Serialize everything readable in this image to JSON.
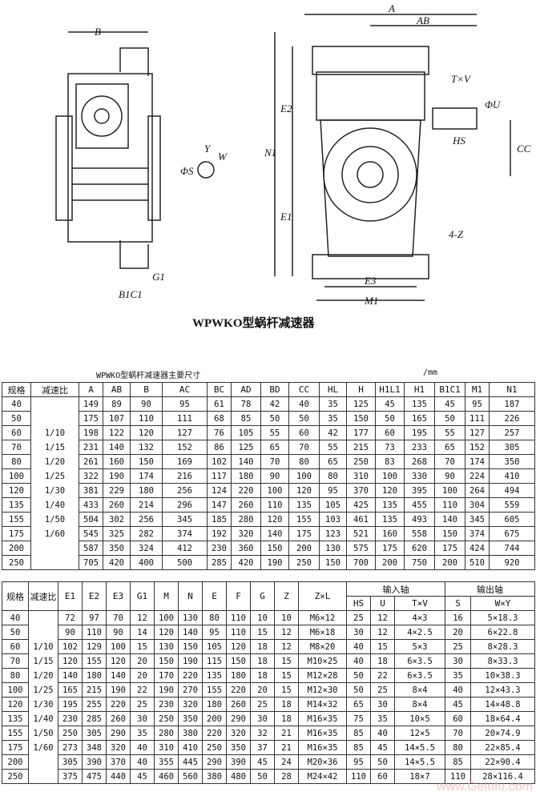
{
  "drawing": {
    "title": "WPWKO型蜗杆减速器",
    "labels": {
      "B": "B",
      "A": "A",
      "AB": "AB",
      "TV": "T×V",
      "U": "ΦU",
      "HS": "HS",
      "CC": "CC",
      "E2": "E2",
      "N1": "N1",
      "E1": "E1",
      "Z": "4-Z",
      "E3": "E3",
      "M1": "M1",
      "G1": "G1",
      "B1C1": "B1C1",
      "Y": "Y",
      "W": "W",
      "S": "ΦS"
    }
  },
  "table1": {
    "caption": "WPWKO型蜗杆减速器主要尺寸",
    "unit": "/mm",
    "headers": [
      "规格",
      "减速比",
      "A",
      "AB",
      "B",
      "AC",
      "BC",
      "AD",
      "BD",
      "CC",
      "HL",
      "H",
      "H1L1",
      "H1",
      "B1C1",
      "M1",
      "N1"
    ],
    "ratios": "1/10\n1/15\n1/20\n1/25\n1/30\n1/40\n1/50\n1/60",
    "rows": [
      [
        "40",
        "149",
        "89",
        "90",
        "95",
        "61",
        "78",
        "42",
        "40",
        "35",
        "125",
        "45",
        "135",
        "45",
        "95",
        "187"
      ],
      [
        "50",
        "175",
        "107",
        "110",
        "111",
        "68",
        "85",
        "50",
        "50",
        "35",
        "150",
        "50",
        "165",
        "50",
        "111",
        "226"
      ],
      [
        "60",
        "198",
        "122",
        "120",
        "127",
        "76",
        "105",
        "55",
        "60",
        "42",
        "177",
        "60",
        "195",
        "55",
        "127",
        "257"
      ],
      [
        "70",
        "231",
        "140",
        "132",
        "152",
        "86",
        "125",
        "65",
        "70",
        "55",
        "215",
        "73",
        "233",
        "65",
        "152",
        "305"
      ],
      [
        "80",
        "261",
        "160",
        "150",
        "169",
        "102",
        "140",
        "70",
        "80",
        "65",
        "250",
        "83",
        "268",
        "70",
        "174",
        "350"
      ],
      [
        "100",
        "322",
        "190",
        "174",
        "216",
        "117",
        "180",
        "90",
        "100",
        "80",
        "310",
        "100",
        "330",
        "90",
        "224",
        "410"
      ],
      [
        "120",
        "381",
        "229",
        "180",
        "256",
        "124",
        "220",
        "100",
        "120",
        "95",
        "370",
        "120",
        "395",
        "100",
        "264",
        "494"
      ],
      [
        "135",
        "433",
        "260",
        "214",
        "296",
        "147",
        "260",
        "110",
        "135",
        "105",
        "425",
        "135",
        "455",
        "110",
        "304",
        "559"
      ],
      [
        "155",
        "504",
        "302",
        "256",
        "345",
        "185",
        "280",
        "120",
        "155",
        "103",
        "461",
        "135",
        "493",
        "140",
        "345",
        "605"
      ],
      [
        "175",
        "545",
        "325",
        "282",
        "374",
        "192",
        "320",
        "140",
        "175",
        "123",
        "521",
        "160",
        "558",
        "150",
        "374",
        "675"
      ],
      [
        "200",
        "587",
        "350",
        "324",
        "412",
        "230",
        "360",
        "150",
        "200",
        "130",
        "575",
        "175",
        "620",
        "175",
        "424",
        "744"
      ],
      [
        "250",
        "705",
        "420",
        "400",
        "500",
        "285",
        "420",
        "190",
        "250",
        "150",
        "700",
        "200",
        "750",
        "200",
        "510",
        "920"
      ]
    ]
  },
  "table2": {
    "headers": [
      "规格",
      "减速比",
      "E1",
      "E2",
      "E3",
      "G1",
      "M",
      "N",
      "E",
      "F",
      "G",
      "Z",
      "Z×L"
    ],
    "group_input": "输入轴",
    "group_output": "输出轴",
    "sub_headers": [
      "HS",
      "U",
      "T×V",
      "S",
      "W×Y"
    ],
    "ratios": "1/10\n1/15\n1/20\n1/25\n1/30\n1/40\n1/50\n1/60",
    "rows": [
      [
        "40",
        "72",
        "97",
        "70",
        "12",
        "100",
        "130",
        "80",
        "110",
        "10",
        "10",
        "M6×12",
        "25",
        "12",
        "4×3",
        "16",
        "5×18.3"
      ],
      [
        "50",
        "90",
        "110",
        "90",
        "14",
        "120",
        "140",
        "95",
        "110",
        "15",
        "12",
        "M6×18",
        "30",
        "12",
        "4×2.5",
        "20",
        "6×22.8"
      ],
      [
        "60",
        "102",
        "129",
        "100",
        "15",
        "130",
        "150",
        "105",
        "120",
        "18",
        "12",
        "M8×20",
        "40",
        "15",
        "5×3",
        "25",
        "8×28.3"
      ],
      [
        "70",
        "120",
        "155",
        "120",
        "20",
        "150",
        "190",
        "115",
        "150",
        "18",
        "15",
        "M10×25",
        "40",
        "18",
        "6×3.5",
        "30",
        "8×33.3"
      ],
      [
        "80",
        "140",
        "180",
        "140",
        "20",
        "170",
        "220",
        "135",
        "180",
        "18",
        "15",
        "M12×28",
        "50",
        "22",
        "6×3.5",
        "35",
        "10×38.3"
      ],
      [
        "100",
        "165",
        "215",
        "190",
        "22",
        "190",
        "270",
        "155",
        "220",
        "20",
        "15",
        "M12×30",
        "50",
        "25",
        "8×4",
        "40",
        "12×43.3"
      ],
      [
        "120",
        "195",
        "255",
        "220",
        "25",
        "230",
        "320",
        "180",
        "260",
        "25",
        "18",
        "M14×32",
        "65",
        "30",
        "8×4",
        "45",
        "14×48.8"
      ],
      [
        "135",
        "230",
        "285",
        "260",
        "30",
        "250",
        "350",
        "200",
        "290",
        "30",
        "18",
        "M16×35",
        "75",
        "35",
        "10×5",
        "60",
        "18×64.4"
      ],
      [
        "155",
        "250",
        "305",
        "290",
        "35",
        "280",
        "380",
        "220",
        "320",
        "32",
        "21",
        "M16×35",
        "85",
        "40",
        "12×5",
        "70",
        "20×74.9"
      ],
      [
        "175",
        "273",
        "348",
        "320",
        "40",
        "310",
        "410",
        "250",
        "350",
        "37",
        "21",
        "M16×35",
        "85",
        "45",
        "14×5.5",
        "80",
        "22×85.4"
      ],
      [
        "200",
        "305",
        "390",
        "370",
        "40",
        "355",
        "445",
        "290",
        "390",
        "45",
        "24",
        "M20×36",
        "95",
        "50",
        "14×5.5",
        "85",
        "22×90.4"
      ],
      [
        "250",
        "375",
        "475",
        "440",
        "45",
        "460",
        "560",
        "380",
        "480",
        "50",
        "28",
        "M24×42",
        "110",
        "60",
        "18×7",
        "110",
        "28×116.4"
      ]
    ]
  }
}
